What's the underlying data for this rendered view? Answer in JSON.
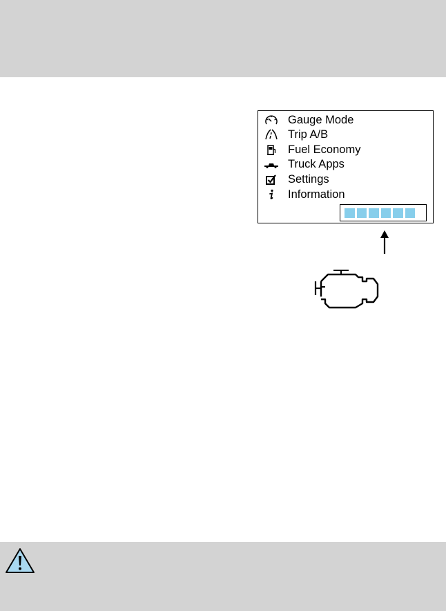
{
  "display": {
    "menu_items": [
      {
        "icon": "gauge-icon",
        "label": "Gauge Mode"
      },
      {
        "icon": "trip-road-icon",
        "label": "Trip A/B"
      },
      {
        "icon": "fuel-pump-icon",
        "label": "Fuel Economy"
      },
      {
        "icon": "truck-icon",
        "label": "Truck Apps"
      },
      {
        "icon": "checkbox-icon",
        "label": "Settings"
      },
      {
        "icon": "info-icon",
        "label": "Information"
      }
    ],
    "progress": {
      "filled_segments": 6,
      "total_segments": 6,
      "fill_color": "#87ceeb"
    }
  },
  "colors": {
    "band_gray": "#d3d3d3",
    "warning_blue": "#a9d8f0"
  },
  "icons": {
    "warning": "warning-triangle-icon",
    "arrow": "arrow-up-icon",
    "engine": "check-engine-icon"
  }
}
